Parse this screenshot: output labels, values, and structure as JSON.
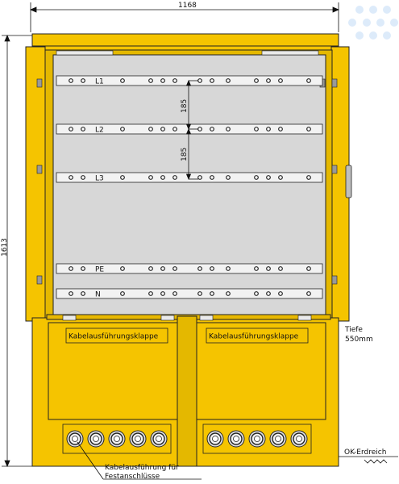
{
  "dimensions": {
    "width": "1168",
    "height": "1613",
    "spacing_top": "185",
    "spacing_bottom": "185"
  },
  "rails": [
    {
      "label": "L1"
    },
    {
      "label": "L2"
    },
    {
      "label": "L3"
    },
    {
      "label": "PE"
    },
    {
      "label": "N"
    }
  ],
  "flaps": {
    "left": "Kabelausführungsklappe",
    "right": "Kabelausführungsklappe"
  },
  "depth": {
    "line1": "Tiefe",
    "line2": "550mm"
  },
  "ground": {
    "label": "OK-Erdreich"
  },
  "cable_note": {
    "line1": "Kabelausführung für",
    "line2": "Festanschlüsse"
  },
  "colors": {
    "housing": "#f5c400",
    "housing_dark": "#d9a800",
    "panel": "#d7d7d7",
    "rail": "#f2f2f2",
    "outline": "#222222"
  },
  "watermark_icon": "network-nodes-icon"
}
